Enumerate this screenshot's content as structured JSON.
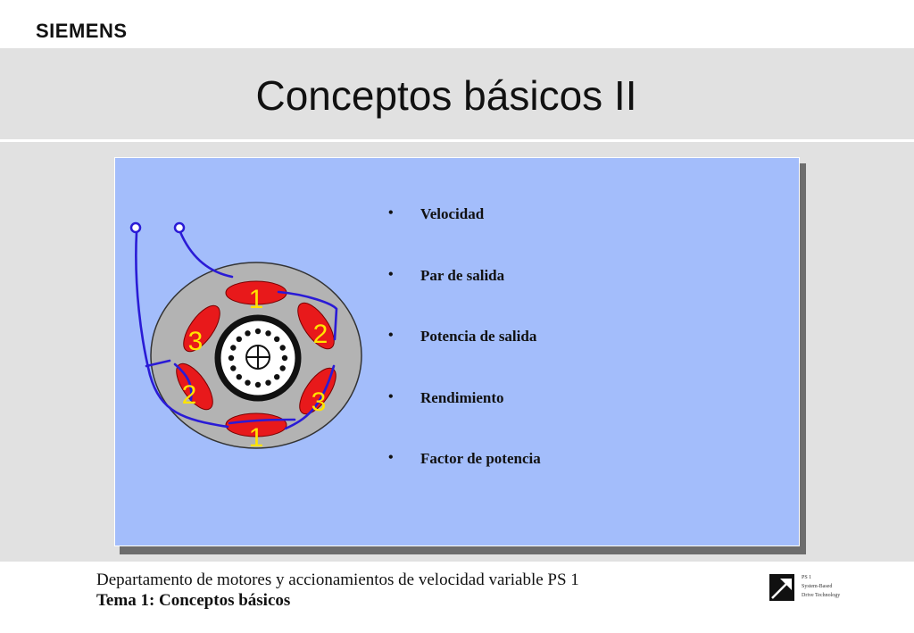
{
  "header": {
    "brand": "SIEMENS"
  },
  "slide": {
    "title": "Conceptos básicos II"
  },
  "motor": {
    "coil_labels": [
      "1",
      "2",
      "3",
      "2",
      "3",
      "1"
    ]
  },
  "bullets": [
    "Velocidad",
    "Par de salida",
    "Potencia de salida",
    "Rendimiento",
    "Factor de potencia"
  ],
  "bullet_symbol": "•",
  "footer": {
    "line1": "Departamento de motores y accionamientos de velocidad variable PS 1",
    "line2": "Tema 1: Conceptos básicos",
    "logo_text": [
      "PS 1",
      "System-Based",
      "Drive Technology"
    ]
  },
  "colors": {
    "title_band": "#e1e1e1",
    "panel": "#a3bdfb",
    "coil": "#e8191b",
    "coil_label": "#ffe400",
    "wire": "#2a1bd6"
  }
}
